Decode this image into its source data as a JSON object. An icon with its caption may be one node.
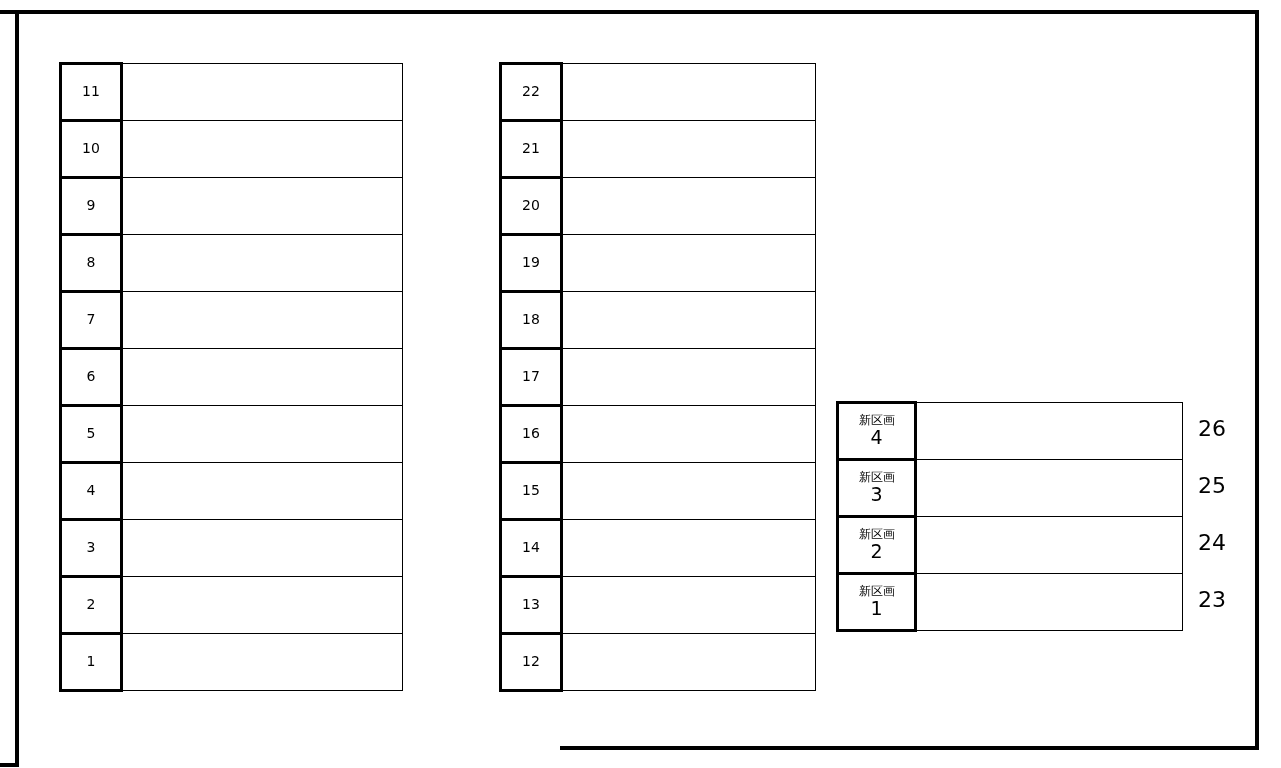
{
  "diagram": {
    "nodes": [
      {
        "text": [
          "11"
        ]
      },
      {
        "text": [
          "10"
        ]
      },
      {
        "text": [
          "9"
        ]
      },
      {
        "text": [
          "8"
        ]
      },
      {
        "text": [
          "7"
        ]
      },
      {
        "text": [
          "6"
        ]
      },
      {
        "text": [
          "5"
        ]
      },
      {
        "text": [
          "4"
        ]
      },
      {
        "text": [
          "3"
        ]
      },
      {
        "text": [
          "2"
        ]
      },
      {
        "text": [
          "1"
        ]
      },
      {
        "text": [
          "22"
        ]
      },
      {
        "text": [
          "21"
        ]
      },
      {
        "text": [
          "20"
        ]
      },
      {
        "text": [
          "19"
        ]
      },
      {
        "text": [
          "18"
        ]
      },
      {
        "text": [
          "17"
        ]
      },
      {
        "text": [
          "16"
        ]
      },
      {
        "text": [
          "15"
        ]
      },
      {
        "text": [
          "14"
        ]
      },
      {
        "text": [
          "13"
        ]
      },
      {
        "text": [
          "12"
        ]
      },
      {
        "text": [
          "新区画",
          "4"
        ],
        "beside": [
          "26"
        ]
      },
      {
        "text": [
          "新区画",
          "3"
        ],
        "beside": [
          "25"
        ]
      },
      {
        "text": [
          "新区画",
          "2"
        ],
        "beside": [
          "24"
        ]
      },
      {
        "text": [
          "新区画",
          "1"
        ],
        "beside": [
          "23"
        ]
      }
    ]
  }
}
